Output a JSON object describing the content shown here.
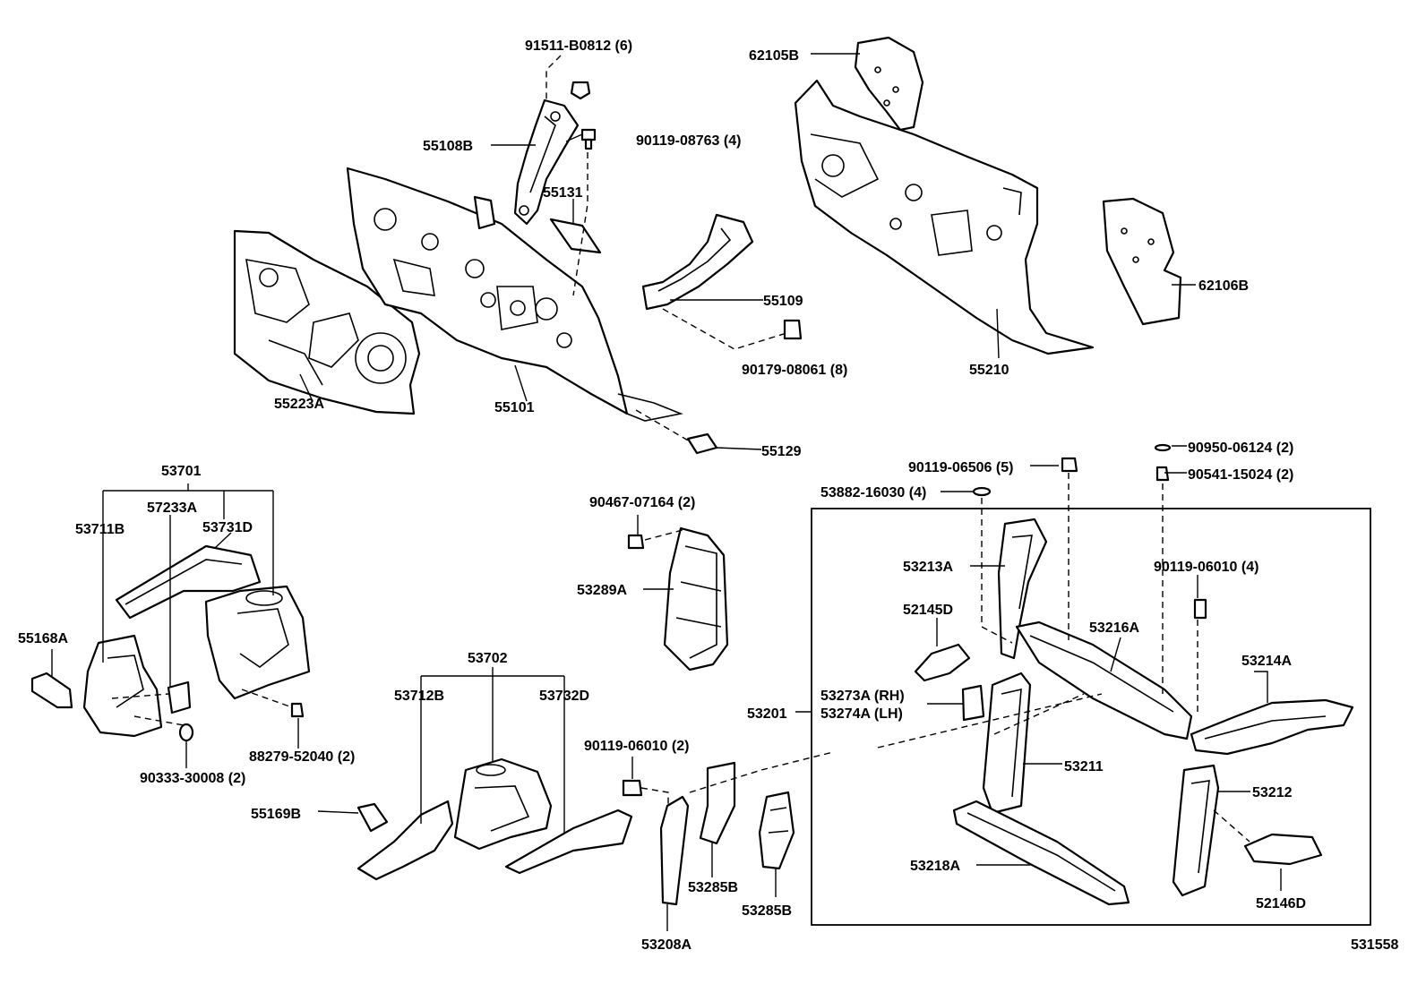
{
  "diagram_id": "531558",
  "labels": {
    "p91511": "91511-B0812 (6)",
    "p55108B": "55108B",
    "p90119_08763": "90119-08763 (4)",
    "p55131": "55131",
    "p62105B": "62105B",
    "p62106B": "62106B",
    "p55109": "55109",
    "p90179": "90179-08061 (8)",
    "p55223A": "55223A",
    "p55101": "55101",
    "p55210": "55210",
    "p55129": "55129",
    "p90950": "90950-06124 (2)",
    "p90119_06506": "90119-06506 (5)",
    "p90541": "90541-15024 (2)",
    "p53882": "53882-16030 (4)",
    "p53701": "53701",
    "p57233A": "57233A",
    "p53711B": "53711B",
    "p53731D": "53731D",
    "p90467": "90467-07164 (2)",
    "p53289A": "53289A",
    "p53213A": "53213A",
    "p90119_06010a": "90119-06010 (4)",
    "p52145D": "52145D",
    "p53216A": "53216A",
    "p55168A": "55168A",
    "p53214A": "53214A",
    "p53273A": "53273A (RH)",
    "p53274A": "53274A (LH)",
    "p53201": "53201",
    "p88279": "88279-52040 (2)",
    "p90333": "90333-30008 (2)",
    "p53702": "53702",
    "p53712B": "53712B",
    "p53732D": "53732D",
    "p90119_06010b": "90119-06010 (2)",
    "p53211": "53211",
    "p53212": "53212",
    "p55169B": "55169B",
    "p53218A": "53218A",
    "p53285B_a": "53285B",
    "p53285B_b": "53285B",
    "p52146D": "52146D",
    "p53208A": "53208A"
  }
}
